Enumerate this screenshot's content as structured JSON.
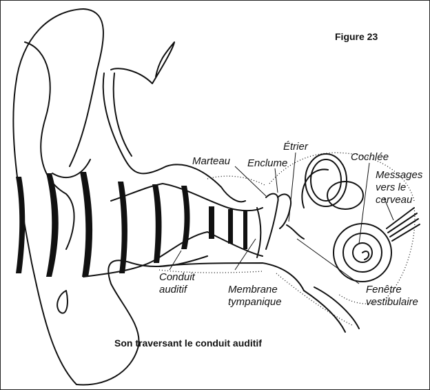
{
  "figure_label": "Figure 23",
  "caption": "Son traversant le conduit auditif",
  "labels": {
    "marteau": "Marteau",
    "enclume": "Enclume",
    "etrier": "Étrier",
    "cochlee": "Cochlée",
    "messages": [
      "Messages",
      "vers le",
      "cerveau"
    ],
    "conduit": [
      "Conduit",
      "auditif"
    ],
    "membrane": [
      "Membrane",
      "tympanique"
    ],
    "fenetre": [
      "Fenêtre",
      "vestibulaire"
    ]
  }
}
